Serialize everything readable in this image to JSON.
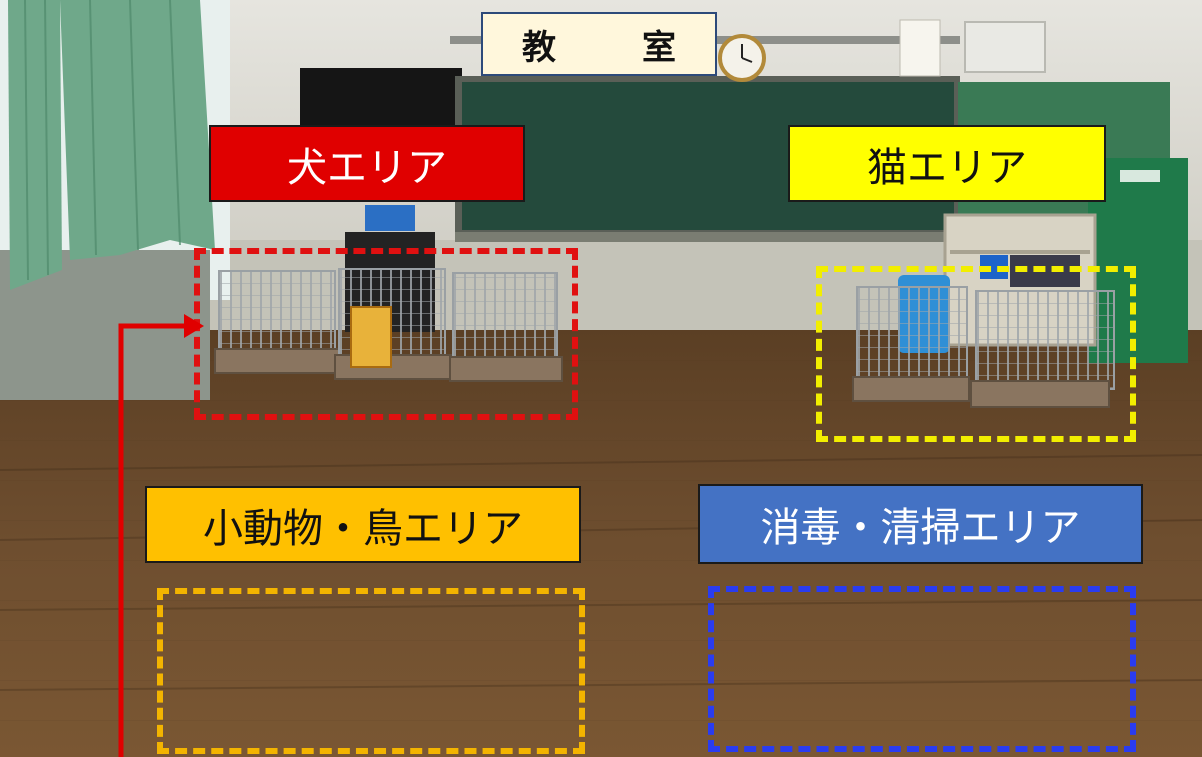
{
  "room_sign": "教　室",
  "areas": {
    "dog": {
      "label": "犬エリア",
      "fill": "#e00000",
      "text_color": "#ffffff",
      "zone_color": "#e01010"
    },
    "cat": {
      "label": "猫エリア",
      "fill": "#ffff00",
      "text_color": "#111111",
      "zone_color": "#f2ee00"
    },
    "small_animal_bird": {
      "label": "小動物・鳥エリア",
      "fill": "#ffc000",
      "text_color": "#111111",
      "zone_color": "#f3b400"
    },
    "disinfection_cleaning": {
      "label": "消毒・清掃エリア",
      "fill": "#4472c4",
      "text_color": "#ffffff",
      "zone_color": "#2a3cf0"
    }
  },
  "colors": {
    "floor": "#6b4c2e",
    "blackboard": "#244a3c",
    "wall": "#d9d7cf",
    "curtain": "#6fa88a",
    "arrow": "#e00000"
  }
}
